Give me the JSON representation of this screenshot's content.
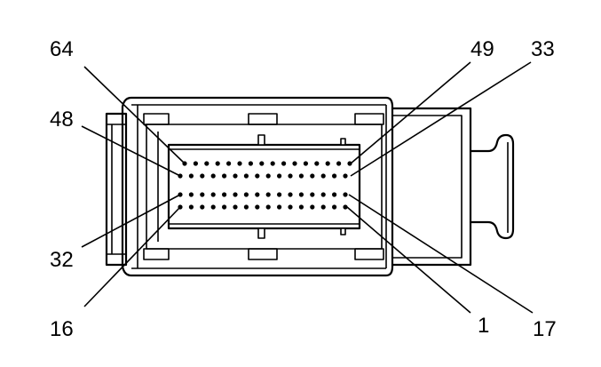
{
  "labels": {
    "pin_64": "64",
    "pin_49": "49",
    "pin_33": "33",
    "pin_48": "48",
    "pin_32": "32",
    "pin_16": "16",
    "pin_1": "1",
    "pin_17": "17"
  },
  "connector": {
    "pin_rows": 4,
    "pins_per_row": 16,
    "ink_color": "#000000",
    "paper_color": "#ffffff"
  }
}
